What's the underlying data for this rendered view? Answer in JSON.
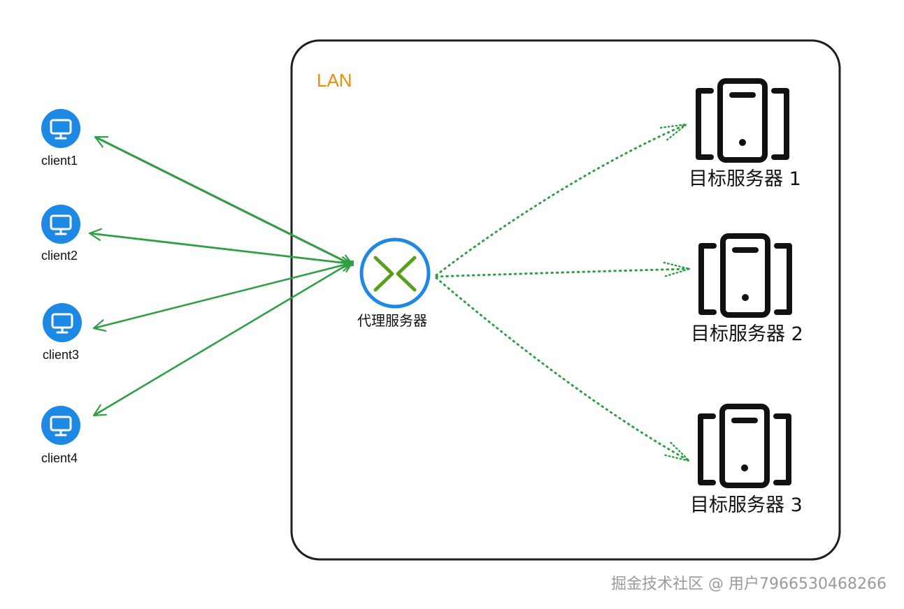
{
  "lan": {
    "label": "LAN",
    "label_color": "#f08c00",
    "border_color": "#1e1e1e"
  },
  "clients": [
    {
      "id": "client1",
      "label": "client1",
      "icon": "monitor-icon"
    },
    {
      "id": "client2",
      "label": "client2",
      "icon": "monitor-icon"
    },
    {
      "id": "client3",
      "label": "client3",
      "icon": "monitor-icon"
    },
    {
      "id": "client4",
      "label": "client4",
      "icon": "monitor-icon"
    }
  ],
  "proxy": {
    "label": "代理服务器",
    "icon": "proxy-cross-icon",
    "ring_color": "#1e88e5",
    "glyph_color": "#5a9e1e"
  },
  "servers": [
    {
      "id": "server1",
      "label": "目标服务器 1",
      "icon": "server-tower-icon"
    },
    {
      "id": "server2",
      "label": "目标服务器 2",
      "icon": "server-tower-icon"
    },
    {
      "id": "server3",
      "label": "目标服务器 3",
      "icon": "server-tower-icon"
    }
  ],
  "colors": {
    "client_icon_fill": "#1e88e5",
    "client_link": "#2f9e44",
    "server_link": "#2f9e44",
    "server_icon": "#111111"
  },
  "connections": {
    "client_to_proxy": [
      "client1",
      "client2",
      "client3",
      "client4"
    ],
    "proxy_to_server": [
      "server1",
      "server2",
      "server3"
    ],
    "client_link_style": "solid-bidirectional",
    "server_link_style": "dotted-directional"
  },
  "watermark": "掘金技术社区 @ 用户7966530468266"
}
